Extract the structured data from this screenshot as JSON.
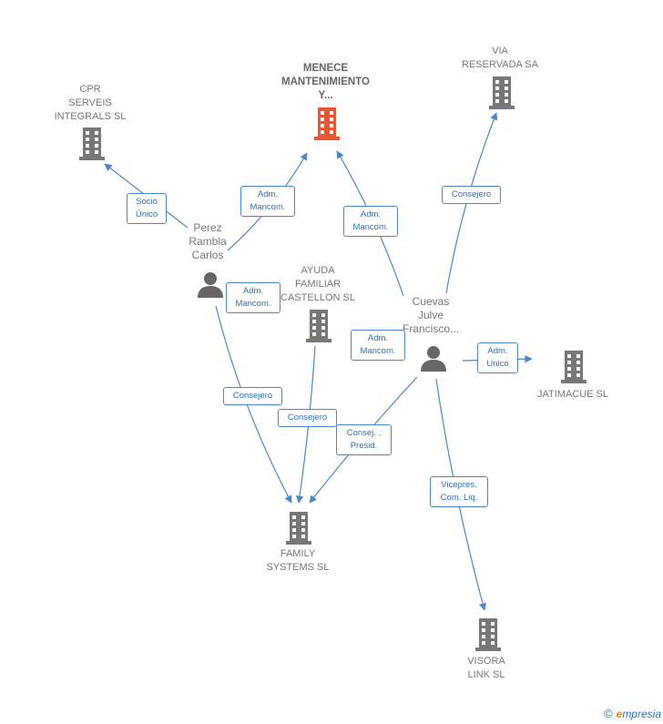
{
  "colors": {
    "edge": "#4a86c8",
    "building": "#777777",
    "focus_building": "#e8572e",
    "person": "#666666"
  },
  "companies": [
    {
      "id": "menece",
      "label": "MENECE\nMANTENIMIENTO\nY...",
      "focus": true
    },
    {
      "id": "cpr",
      "label": "CPR\nSERVEIS\nINTEGRALS  SL",
      "focus": false
    },
    {
      "id": "via",
      "label": "VIA\nRESERVADA SA",
      "focus": false
    },
    {
      "id": "ayuda",
      "label": "AYUDA\nFAMILIAR\nCASTELLON SL",
      "focus": false
    },
    {
      "id": "jatimacue",
      "label": "JATIMACUE  SL",
      "focus": false
    },
    {
      "id": "family",
      "label": "FAMILY\nSYSTEMS  SL",
      "focus": false
    },
    {
      "id": "visora",
      "label": "VISORA\nLINK SL",
      "focus": false
    }
  ],
  "people": [
    {
      "id": "perez",
      "label": "Perez\nRambla\nCarlos"
    },
    {
      "id": "cuevas",
      "label": "Cuevas\nJulve\nFrancisco..."
    }
  ],
  "edges": [
    {
      "id": "e1",
      "from": "perez",
      "to": "cpr",
      "label": "Socio\nÚnico"
    },
    {
      "id": "e2",
      "from": "perez",
      "to": "menece",
      "label": "Adm.\nMancom."
    },
    {
      "id": "e3",
      "from": "cuevas",
      "to": "menece",
      "label": "Adm.\nMancom."
    },
    {
      "id": "e4",
      "from": "cuevas",
      "to": "via",
      "label": "Consejero"
    },
    {
      "id": "e5",
      "from": "perez",
      "to": "ayuda",
      "label": "Adm.\nMancom."
    },
    {
      "id": "e6",
      "from": "cuevas",
      "to": "ayuda",
      "label": "Adm.\nMancom."
    },
    {
      "id": "e7",
      "from": "cuevas",
      "to": "jatimacue",
      "label": "Adm.\nUnico"
    },
    {
      "id": "e8",
      "from": "perez",
      "to": "family",
      "label": "Consejero"
    },
    {
      "id": "e9",
      "from": "ayuda",
      "to": "family",
      "label": "Consejero"
    },
    {
      "id": "e10",
      "from": "cuevas",
      "to": "family",
      "label": "Consej. ,\nPresid."
    },
    {
      "id": "e11",
      "from": "cuevas",
      "to": "visora",
      "label": "Vicepres.\nCom. Liq."
    }
  ],
  "brand": {
    "copyright": "©",
    "first_letter": "e",
    "rest": "mpresia"
  }
}
